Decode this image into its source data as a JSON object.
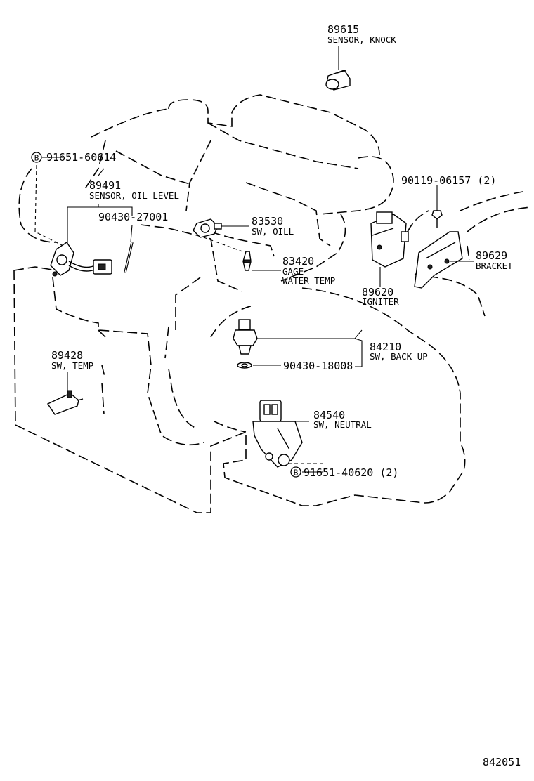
{
  "diagram_id": "842051",
  "parts": [
    {
      "key": "knock",
      "number": "89615",
      "name": "SENSOR, KNOCK"
    },
    {
      "key": "bolt_top",
      "number": "91651-60614",
      "name": ""
    },
    {
      "key": "oil_level",
      "number": "89491",
      "name": "SENSOR, OIL LEVEL"
    },
    {
      "key": "gasket_oil",
      "number": "90430-27001",
      "name": ""
    },
    {
      "key": "sw_oil",
      "number": "83530",
      "name": "SW, OILL"
    },
    {
      "key": "gage_water",
      "number": "83420",
      "name": "GAGE",
      "name2": "WATER TEMP"
    },
    {
      "key": "screw",
      "number": "90119-06157 (2)",
      "name": ""
    },
    {
      "key": "bracket",
      "number": "89629",
      "name": "BRACKET"
    },
    {
      "key": "igniter",
      "number": "89620",
      "name": "IGNITER"
    },
    {
      "key": "back_up",
      "number": "84210",
      "name": "SW, BACK UP"
    },
    {
      "key": "gasket_backup",
      "number": "90430-18008",
      "name": ""
    },
    {
      "key": "sw_temp",
      "number": "89428",
      "name": "SW, TEMP"
    },
    {
      "key": "neutral",
      "number": "84540",
      "name": "SW, NEUTRAL"
    },
    {
      "key": "bolt_bottom",
      "number": "91651-40620 (2)",
      "name": ""
    }
  ],
  "bolt_marker": "B"
}
